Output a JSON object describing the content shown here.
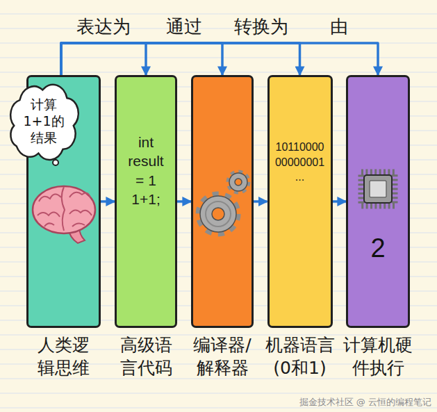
{
  "diagram": {
    "nodes": [
      {
        "text": [
          "人类逻辑思维"
        ]
      },
      {
        "text": [
          "int result = 1 1+1;",
          "高级语言代码"
        ]
      },
      {
        "text": [
          "编译器/解释器"
        ]
      },
      {
        "text": [
          "10110000 00000001 ...",
          "机器语言 (0和1)"
        ]
      },
      {
        "text": [
          "2",
          "计算机硬件执行"
        ]
      },
      {
        "text": [
          "计算1+1的结果"
        ]
      }
    ],
    "edges": [
      {
        "from": 0,
        "to": 1,
        "arrow": "to"
      },
      {
        "from": 1,
        "to": 2,
        "arrow": "to"
      },
      {
        "from": 2,
        "to": 3,
        "arrow": "to"
      },
      {
        "from": 3,
        "to": 4,
        "arrow": "to"
      },
      {
        "from": 0,
        "to": 1,
        "arrow": "to",
        "label": "表达为"
      },
      {
        "from": 0,
        "to": 2,
        "arrow": "to",
        "label": "通过"
      },
      {
        "from": 0,
        "to": 3,
        "arrow": "to",
        "label": "转换为"
      },
      {
        "from": 0,
        "to": 4,
        "arrow": "to",
        "label": "由"
      }
    ],
    "labels": [
      "掘金技术社区 @ 云恒的编程笔记"
    ]
  }
}
